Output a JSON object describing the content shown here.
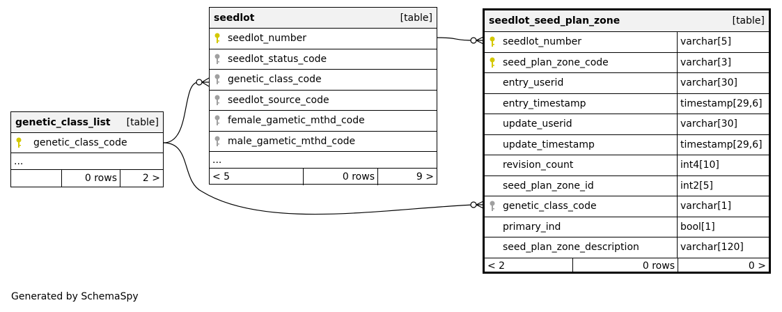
{
  "caption": "Generated by SchemaSpy",
  "colors": {
    "pk_key": "#d4c800",
    "fk_key": "#a0a0a0",
    "header_bg": "#f2f2f2"
  },
  "tables": {
    "genetic_class_list": {
      "name": "genetic_class_list",
      "kind": "[table]",
      "columns": [
        {
          "name": "genetic_class_code",
          "key": "pk-key-icon"
        }
      ],
      "ellipsis": "...",
      "footer": {
        "left": "",
        "middle": "0 rows",
        "right": "2 >"
      }
    },
    "seedlot": {
      "name": "seedlot",
      "kind": "[table]",
      "columns": [
        {
          "name": "seedlot_number",
          "key": "pk-key-icon"
        },
        {
          "name": "seedlot_status_code",
          "key": "fk-key-icon"
        },
        {
          "name": "genetic_class_code",
          "key": "fk-key-icon"
        },
        {
          "name": "seedlot_source_code",
          "key": "fk-key-icon"
        },
        {
          "name": "female_gametic_mthd_code",
          "key": "fk-key-icon"
        },
        {
          "name": "male_gametic_mthd_code",
          "key": "fk-key-icon"
        }
      ],
      "ellipsis": "...",
      "footer": {
        "left": "< 5",
        "middle": "0 rows",
        "right": "9 >"
      }
    },
    "seedlot_seed_plan_zone": {
      "name": "seedlot_seed_plan_zone",
      "kind": "[table]",
      "columns": [
        {
          "name": "seedlot_number",
          "type": "varchar[5]",
          "key": "pk-key-icon"
        },
        {
          "name": "seed_plan_zone_code",
          "type": "varchar[3]",
          "key": "pk-key-icon"
        },
        {
          "name": "entry_userid",
          "type": "varchar[30]",
          "key": ""
        },
        {
          "name": "entry_timestamp",
          "type": "timestamp[29,6]",
          "key": ""
        },
        {
          "name": "update_userid",
          "type": "varchar[30]",
          "key": ""
        },
        {
          "name": "update_timestamp",
          "type": "timestamp[29,6]",
          "key": ""
        },
        {
          "name": "revision_count",
          "type": "int4[10]",
          "key": ""
        },
        {
          "name": "seed_plan_zone_id",
          "type": "int2[5]",
          "key": ""
        },
        {
          "name": "genetic_class_code",
          "type": "varchar[1]",
          "key": "fk-key-icon"
        },
        {
          "name": "primary_ind",
          "type": "bool[1]",
          "key": ""
        },
        {
          "name": "seed_plan_zone_description",
          "type": "varchar[120]",
          "key": ""
        }
      ],
      "footer": {
        "left": "< 2",
        "middle": "0 rows",
        "right": "0 >"
      }
    }
  }
}
